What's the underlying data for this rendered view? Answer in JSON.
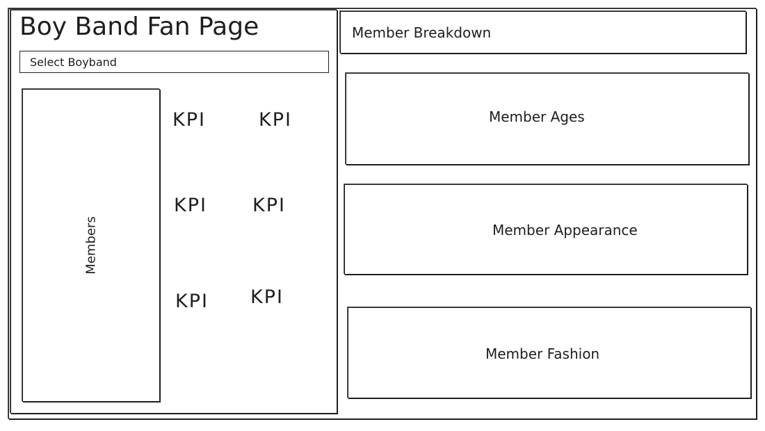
{
  "left_panel": {
    "title": "Boy Band Fan Page",
    "select_label": "Select Boyband",
    "members_label": "Members",
    "kpis": [
      "KPI",
      "KPI",
      "KPI",
      "KPI",
      "KPI",
      "KPI"
    ]
  },
  "right_panel": {
    "header": "Member Breakdown",
    "sections": [
      "Member Ages",
      "Member Appearance",
      "Member Fashion"
    ]
  }
}
